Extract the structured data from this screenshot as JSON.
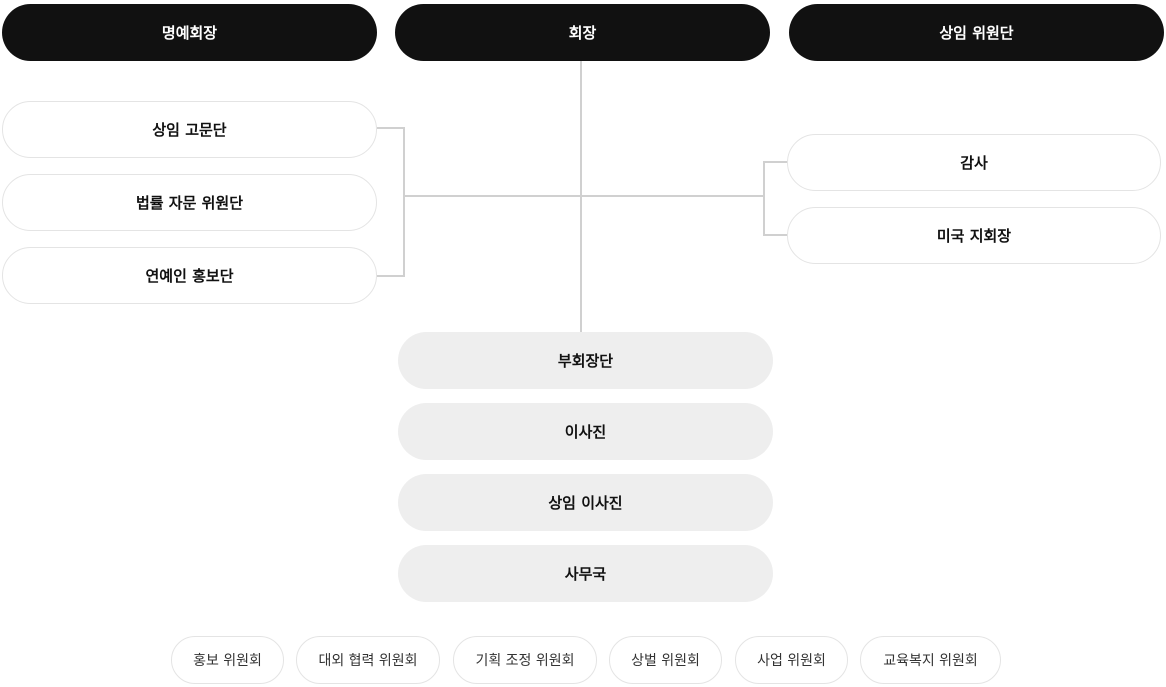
{
  "top_row": {
    "honorary_chairman": "명예회장",
    "chairman": "회장",
    "standing_committee": "상임 위원단"
  },
  "left_column": [
    "상임 고문단",
    "법률 자문 위원단",
    "연예인 홍보단"
  ],
  "right_column": [
    "감사",
    "미국 지회장"
  ],
  "center_column": [
    "부회장단",
    "이사진",
    "상임 이사진",
    "사무국"
  ],
  "committees": [
    "홍보 위원회",
    "대외 협력 위원회",
    "기획 조정 위원회",
    "상벌 위원회",
    "사업 위원회",
    "교육복지 위원회"
  ],
  "colors": {
    "dark": "#111111",
    "gray": "#eeeeee",
    "line": "#d0d0d0",
    "border": "#e4e4e4"
  }
}
